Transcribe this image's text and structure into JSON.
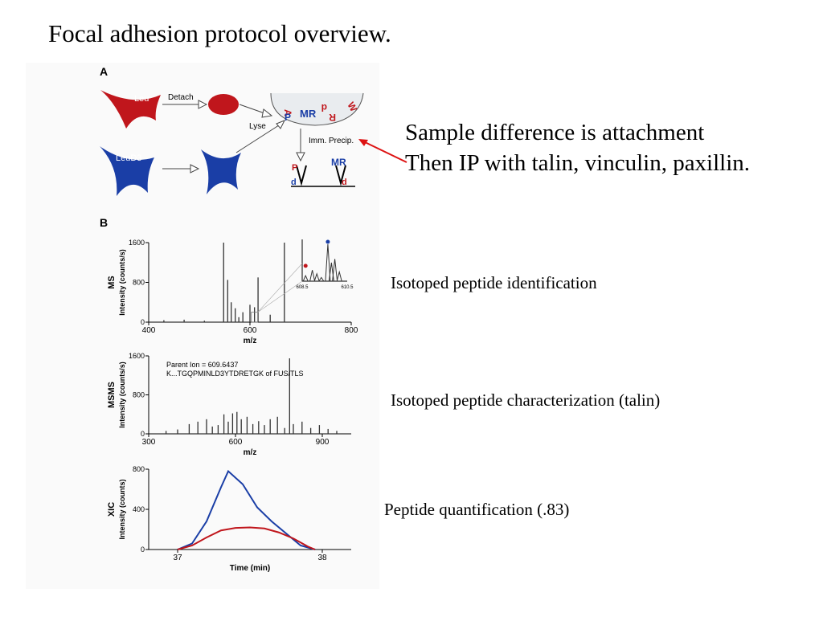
{
  "slide": {
    "title": "Focal adhesion protocol overview.",
    "notes": {
      "line1": "Sample difference is attachment",
      "line2": "Then IP with talin, vinculin, paxillin.",
      "ms": "Isotoped peptide identification",
      "msms": "Isotoped peptide characterization (talin)",
      "xic": "Peptide quantification (.83)"
    }
  },
  "figure": {
    "panelA": {
      "letter": "A",
      "cell_top": "Leu",
      "cell_bottom": "LeuD3",
      "detach": "Detach",
      "lyse": "Lyse",
      "precip": "Imm. Precip.",
      "colors": {
        "red": "#c0161c",
        "blue": "#1a3ea6"
      }
    },
    "panelB": {
      "letter": "B"
    }
  },
  "chart_data": [
    {
      "type": "bar",
      "name": "MS",
      "ylabel": "Intensity (counts/s)",
      "ylabel_group": "MS",
      "xlabel": "m/z",
      "xlim": [
        400,
        800
      ],
      "ylim": [
        0,
        1600
      ],
      "xticks": [
        400,
        600,
        800
      ],
      "yticks": [
        0,
        800,
        1600
      ],
      "x": [
        430,
        470,
        510,
        548,
        556,
        563,
        571,
        578,
        586,
        600,
        609,
        616,
        640,
        668
      ],
      "values": [
        40,
        50,
        30,
        1600,
        850,
        400,
        280,
        100,
        200,
        350,
        300,
        900,
        150,
        1600
      ],
      "inset": {
        "xlim": [
          608.5,
          610.5
        ],
        "xticks": [
          "608.5",
          "610.5"
        ],
        "x": [
          608.65,
          608.95,
          609.15,
          609.35,
          609.64,
          609.8,
          609.95,
          610.15
        ],
        "values": [
          0.15,
          0.3,
          0.2,
          0.1,
          1.0,
          0.5,
          0.6,
          0.25
        ],
        "markers": [
          {
            "x": 608.65,
            "value": 0.35,
            "color": "#c0161c"
          },
          {
            "x": 609.64,
            "value": 1.0,
            "color": "#1a3ea6"
          }
        ]
      }
    },
    {
      "type": "bar",
      "name": "MSMS",
      "ylabel": "Intensity (counts/s)",
      "ylabel_group": "MSMS",
      "xlabel": "m/z",
      "xlim": [
        300,
        1000
      ],
      "ylim": [
        0,
        1600
      ],
      "xticks": [
        300,
        600,
        900
      ],
      "yticks": [
        0,
        800,
        1600
      ],
      "annotation_1": "Parent Ion = 609.6437",
      "annotation_2": "K...TGQPMINLD3YTDRETGK of FUS/TLS",
      "x": [
        360,
        400,
        440,
        470,
        500,
        520,
        540,
        560,
        575,
        590,
        605,
        620,
        640,
        660,
        680,
        700,
        720,
        745,
        770,
        787,
        800,
        830,
        860,
        890,
        920,
        950
      ],
      "values": [
        60,
        90,
        200,
        250,
        300,
        150,
        180,
        400,
        250,
        420,
        450,
        300,
        350,
        200,
        260,
        180,
        300,
        350,
        120,
        1550,
        200,
        250,
        120,
        180,
        100,
        60
      ]
    },
    {
      "type": "line",
      "name": "XIC",
      "ylabel": "Intensity (counts)",
      "ylabel_group": "XIC",
      "xlabel": "Time (min)",
      "xlim": [
        36.8,
        38.2
      ],
      "ylim": [
        0,
        800
      ],
      "xticks": [
        37,
        38
      ],
      "yticks": [
        0,
        400,
        800
      ],
      "series": [
        {
          "color": "#1a3ea6",
          "x": [
            37.0,
            37.1,
            37.2,
            37.3,
            37.35,
            37.45,
            37.55,
            37.65,
            37.75,
            37.85,
            37.95
          ],
          "values": [
            0,
            60,
            280,
            620,
            780,
            650,
            420,
            280,
            160,
            40,
            0
          ]
        },
        {
          "color": "#c0161c",
          "x": [
            37.0,
            37.1,
            37.2,
            37.3,
            37.4,
            37.5,
            37.6,
            37.7,
            37.8,
            37.9,
            37.95
          ],
          "values": [
            0,
            40,
            120,
            190,
            215,
            220,
            210,
            170,
            110,
            30,
            0
          ]
        }
      ]
    }
  ]
}
